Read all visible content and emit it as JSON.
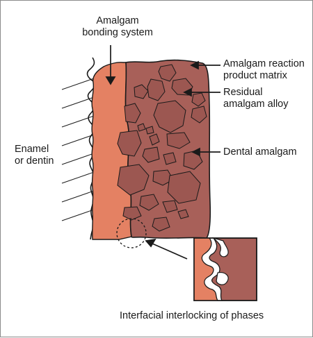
{
  "labels": {
    "bonding_system_line1": "Amalgam",
    "bonding_system_line2": "bonding system",
    "reaction_matrix_line1": "Amalgam reaction",
    "reaction_matrix_line2": "product matrix",
    "residual_alloy_line1": "Residual",
    "residual_alloy_line2": "amalgam alloy",
    "enamel_line1": "Enamel",
    "enamel_line2": "or dentin",
    "dental_amalgam": "Dental amalgam",
    "caption": "Interfacial interlocking of phases"
  },
  "colors": {
    "enamel_layer": "#e48163",
    "amalgam_body": "#a86059",
    "alloy_particle": "#9c5751",
    "outline": "#1a1a1a",
    "frame": "#8a8a8a"
  }
}
